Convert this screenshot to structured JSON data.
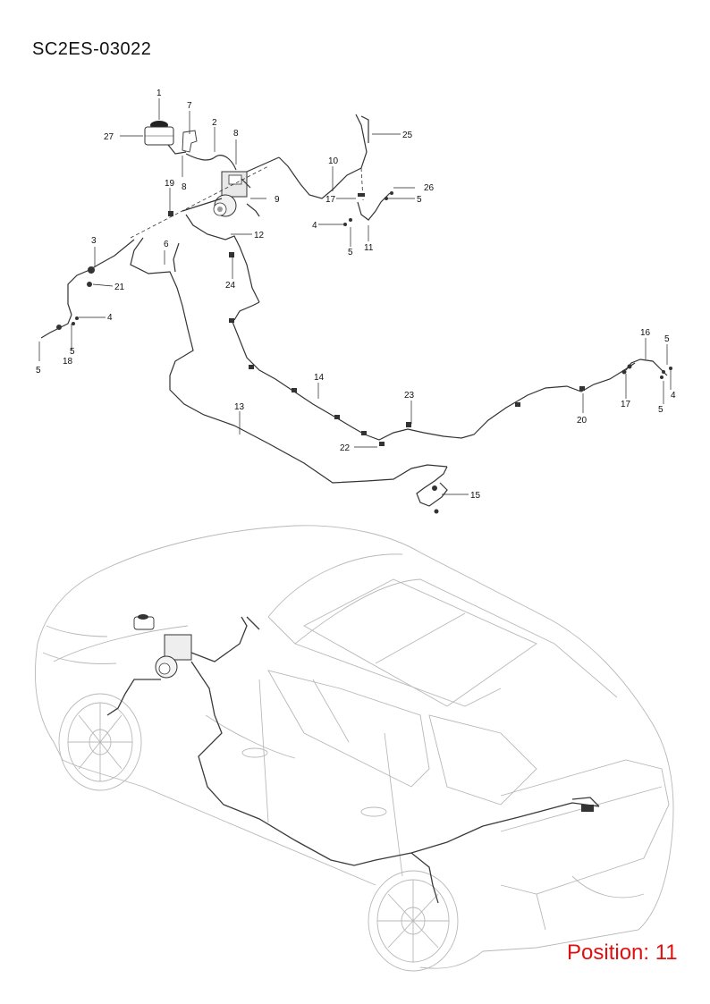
{
  "document": {
    "code": "SC2ES-03022",
    "position_label": "Position: 11"
  },
  "callouts": [
    {
      "id": "c1",
      "label": "1"
    },
    {
      "id": "c2",
      "label": "2"
    },
    {
      "id": "c3",
      "label": "3"
    },
    {
      "id": "c4a",
      "label": "4"
    },
    {
      "id": "c4b",
      "label": "4"
    },
    {
      "id": "c4c",
      "label": "4"
    },
    {
      "id": "c5a",
      "label": "5"
    },
    {
      "id": "c5b",
      "label": "5"
    },
    {
      "id": "c5c",
      "label": "5"
    },
    {
      "id": "c5d",
      "label": "5"
    },
    {
      "id": "c5e",
      "label": "5"
    },
    {
      "id": "c5f",
      "label": "5"
    },
    {
      "id": "c6",
      "label": "6"
    },
    {
      "id": "c7",
      "label": "7"
    },
    {
      "id": "c8a",
      "label": "8"
    },
    {
      "id": "c8b",
      "label": "8"
    },
    {
      "id": "c9",
      "label": "9"
    },
    {
      "id": "c10",
      "label": "10"
    },
    {
      "id": "c11",
      "label": "11"
    },
    {
      "id": "c12",
      "label": "12"
    },
    {
      "id": "c13",
      "label": "13"
    },
    {
      "id": "c14",
      "label": "14"
    },
    {
      "id": "c15",
      "label": "15"
    },
    {
      "id": "c16",
      "label": "16"
    },
    {
      "id": "c17a",
      "label": "17"
    },
    {
      "id": "c17b",
      "label": "17"
    },
    {
      "id": "c18",
      "label": "18"
    },
    {
      "id": "c19",
      "label": "19"
    },
    {
      "id": "c20",
      "label": "20"
    },
    {
      "id": "c21",
      "label": "21"
    },
    {
      "id": "c22",
      "label": "22"
    },
    {
      "id": "c23",
      "label": "23"
    },
    {
      "id": "c24",
      "label": "24"
    },
    {
      "id": "c25",
      "label": "25"
    },
    {
      "id": "c26",
      "label": "26"
    },
    {
      "id": "c27",
      "label": "27"
    }
  ]
}
